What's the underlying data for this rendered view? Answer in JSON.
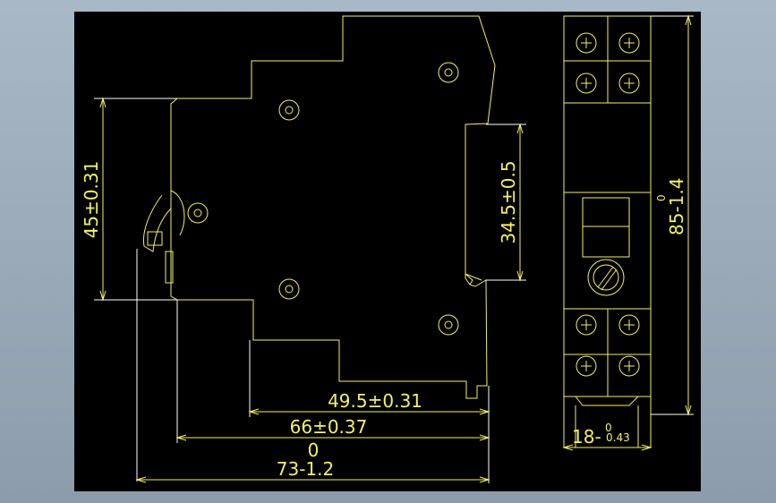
{
  "drawing": {
    "colors": {
      "background": "#000000",
      "line": "#f3f069",
      "screen": "#9aaab9"
    },
    "dimensions": {
      "height_45": "45±0.31",
      "rail_34_5": "34.5±0.5",
      "width_49_5": "49.5±0.31",
      "width_66": "66±0.37",
      "zero": "0",
      "overall_73": "73-1.2",
      "height_85": "85-1.4",
      "height_85_upper": "0",
      "width_18": "18-",
      "width_18_upper": "0",
      "width_18_lower": "0.43"
    }
  }
}
